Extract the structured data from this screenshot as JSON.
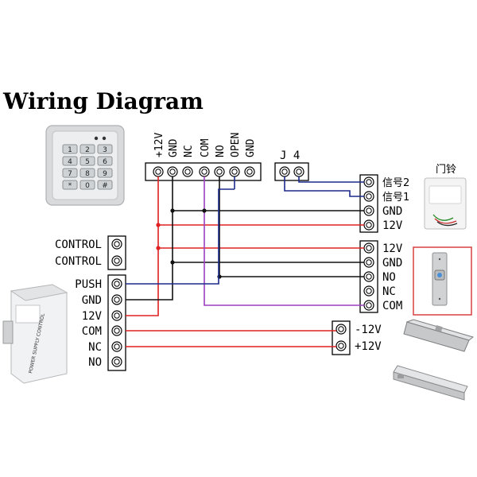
{
  "title": "Wiring Diagram",
  "keypad": {
    "top_terminals": [
      "+12V",
      "GND",
      "NC",
      "COM",
      "NO",
      "OPEN",
      "GND"
    ],
    "keys": [
      "1",
      "2",
      "3",
      "4",
      "5",
      "6",
      "7",
      "8",
      "9",
      "*",
      "0",
      "#"
    ]
  },
  "j4": {
    "label": "J 4"
  },
  "power_supply": {
    "labels": [
      "CONTROL",
      "CONTROL",
      "PUSH",
      "GND",
      "12V",
      "COM",
      "NC",
      "NO"
    ],
    "case_text": "POWER SUPPLY CONTROL"
  },
  "doorbell": {
    "title": "门铃",
    "terminals": [
      "信号2",
      "信号1",
      "GND",
      "12V"
    ]
  },
  "exit_button": {
    "terminals": [
      "12V",
      "GND",
      "NO",
      "NC",
      "COM"
    ]
  },
  "lock": {
    "terminals": [
      "-12V",
      "+12V"
    ]
  },
  "colors": {
    "red": "#e02020",
    "black": "#111111",
    "blue": "#1c2a8c",
    "purple": "#9b3fbf",
    "exit_box": "#d94040"
  }
}
